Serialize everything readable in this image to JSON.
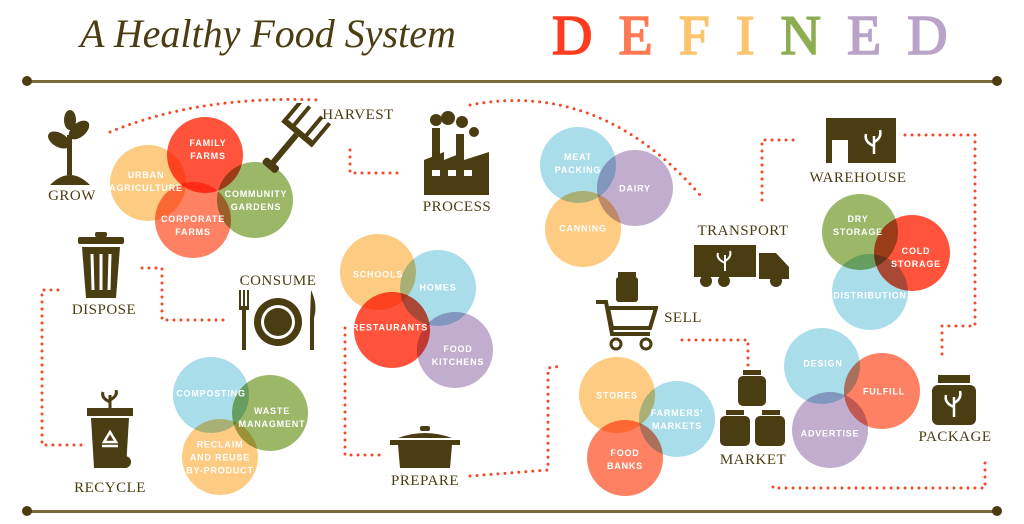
{
  "title": {
    "script": "A Healthy Food System",
    "defined_letters": [
      "D",
      "E",
      "F",
      "I",
      "N",
      "E",
      "D"
    ]
  },
  "colors": {
    "red": "#ff3b1f",
    "salmon": "#ff6f4e",
    "yellow": "#fdc46f",
    "green": "#8dad52",
    "blue": "#9ed9e8",
    "purple": "#b9a3c8",
    "brown": "#4a3d12",
    "dots": "#f04a2a"
  },
  "stages": {
    "grow": "GROW",
    "harvest": "HARVEST",
    "process": "PROCESS",
    "transport": "TRANSPORT",
    "warehouse": "WAREHOUSE",
    "consume": "CONSUME",
    "dispose": "DISPOSE",
    "sell": "SELL",
    "prepare": "PREPARE",
    "recycle": "RECYCLE",
    "market": "MARKET",
    "package": "PACKAGE"
  },
  "grow": [
    "URBAN\nAGRICULTURE",
    "FAMILY\nFARMS",
    "COMMUNITY\nGARDENS",
    "CORPORATE\nFARMS"
  ],
  "consume": [
    "SCHOOLS",
    "HOMES",
    "RESTAURANTS",
    "FOOD\nKITCHENS"
  ],
  "recycle": [
    "COMPOSTING",
    "WASTE\nMANAGMENT",
    "RECLAIM\nAND REUSE\nBY-PRODUCT"
  ],
  "process": [
    "MEAT\nPACKING",
    "DAIRY",
    "CANNING"
  ],
  "warehouse": [
    "DRY\nSTORAGE",
    "COLD\nSTORAGE",
    "DISTRIBUTION"
  ],
  "sell": [
    "STORES",
    "FARMERS'\nMARKETS",
    "FOOD\nBANKS"
  ],
  "package": [
    "DESIGN",
    "FULFILL",
    "ADVERTISE"
  ]
}
